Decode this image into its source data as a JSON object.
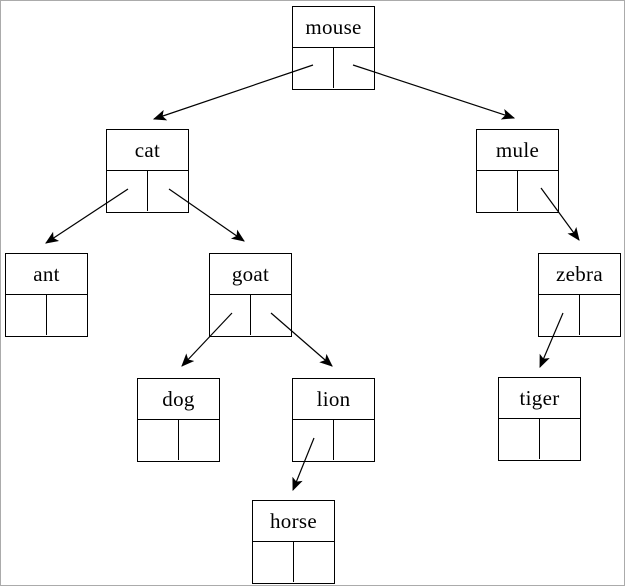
{
  "diagram": {
    "title": "binary-search-tree",
    "colors": {
      "line": "#000000",
      "background": "#ffffff",
      "frame_border": "#ababab"
    },
    "nodes": [
      {
        "id": "mouse",
        "label": "mouse",
        "left_child": "cat",
        "right_child": "mule"
      },
      {
        "id": "cat",
        "label": "cat",
        "left_child": "ant",
        "right_child": "goat"
      },
      {
        "id": "mule",
        "label": "mule",
        "left_child": null,
        "right_child": "zebra"
      },
      {
        "id": "ant",
        "label": "ant",
        "left_child": null,
        "right_child": null
      },
      {
        "id": "goat",
        "label": "goat",
        "left_child": "dog",
        "right_child": "lion"
      },
      {
        "id": "zebra",
        "label": "zebra",
        "left_child": "tiger",
        "right_child": null
      },
      {
        "id": "dog",
        "label": "dog",
        "left_child": null,
        "right_child": null
      },
      {
        "id": "lion",
        "label": "lion",
        "left_child": "horse",
        "right_child": null
      },
      {
        "id": "tiger",
        "label": "tiger",
        "left_child": null,
        "right_child": null
      },
      {
        "id": "horse",
        "label": "horse",
        "left_child": null,
        "right_child": null
      }
    ],
    "edges": [
      {
        "from": "mouse",
        "slot": "left",
        "to": "cat"
      },
      {
        "from": "mouse",
        "slot": "right",
        "to": "mule"
      },
      {
        "from": "cat",
        "slot": "left",
        "to": "ant"
      },
      {
        "from": "cat",
        "slot": "right",
        "to": "goat"
      },
      {
        "from": "goat",
        "slot": "left",
        "to": "dog"
      },
      {
        "from": "goat",
        "slot": "right",
        "to": "lion"
      },
      {
        "from": "mule",
        "slot": "right",
        "to": "zebra"
      },
      {
        "from": "zebra",
        "slot": "left",
        "to": "tiger"
      },
      {
        "from": "lion",
        "slot": "left",
        "to": "horse"
      }
    ]
  }
}
